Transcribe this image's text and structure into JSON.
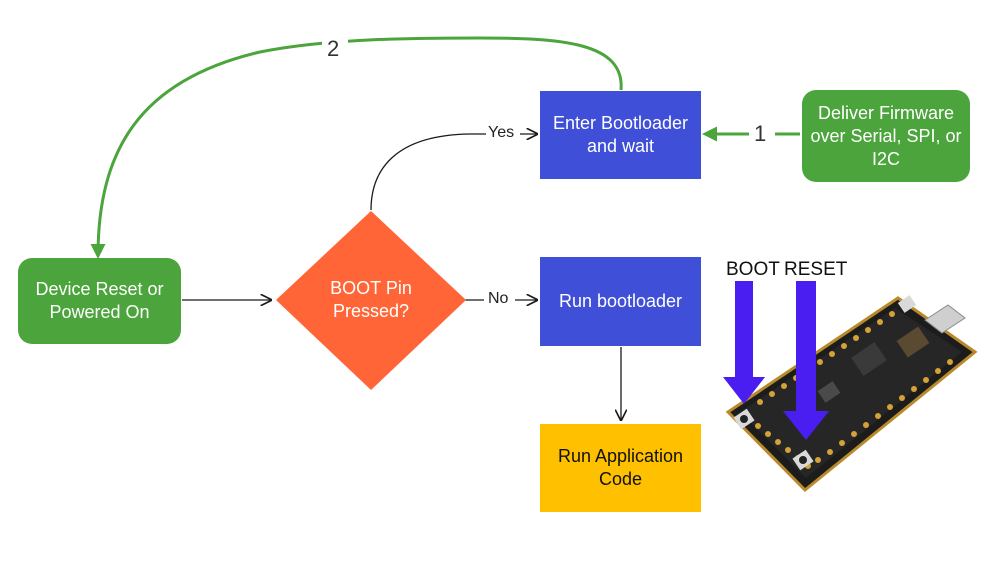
{
  "colors": {
    "green": "#4ca43c",
    "blue": "#3f4fd8",
    "orange": "#ff6536",
    "yellow": "#ffc000",
    "arrow_purple": "#4a1ef0",
    "connector": "#1a1a1a",
    "connector_green": "#4ca43c"
  },
  "nodes": {
    "device_reset": "Device Reset or Powered On",
    "boot_pin": "BOOT Pin Pressed?",
    "enter_bootloader": "Enter Bootloader and wait",
    "deliver_firmware": "Deliver Firmware over Serial, SPI, or I2C",
    "run_bootloader": "Run bootloader",
    "run_app": "Run Application Code"
  },
  "edges": {
    "yes": "Yes",
    "no": "No",
    "step1": "1",
    "step2": "2"
  },
  "board": {
    "boot_label": "BOOT",
    "reset_label": "RESET",
    "icon": "microcontroller-board-icon"
  }
}
